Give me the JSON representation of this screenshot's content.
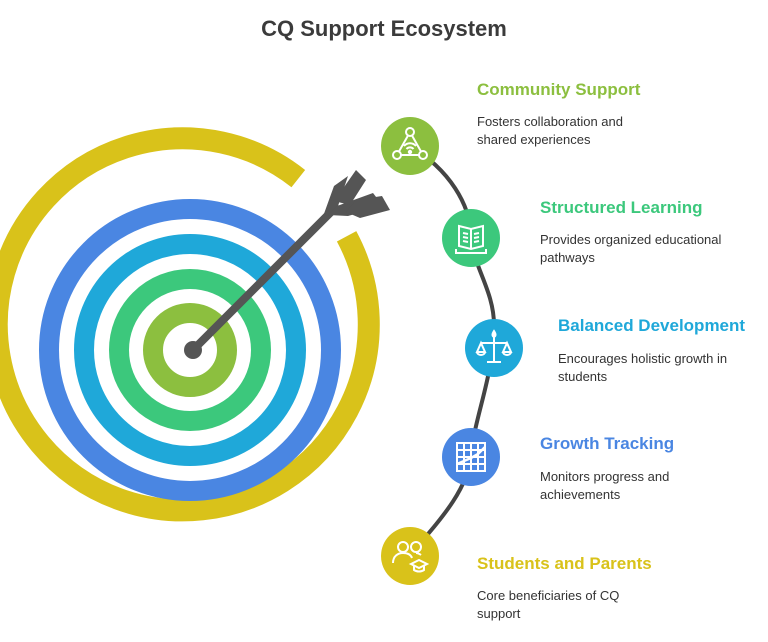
{
  "title": "CQ Support Ecosystem",
  "items": [
    {
      "title": "Community Support",
      "description": "Fosters collaboration and shared experiences",
      "icon": "community-network-icon",
      "color": "#8cbf3f"
    },
    {
      "title": "Structured Learning",
      "description": "Provides organized educational pathways",
      "icon": "open-book-icon",
      "color": "#3cc87c"
    },
    {
      "title": "Balanced Development",
      "description": "Encourages holistic growth in students",
      "icon": "balance-scale-icon",
      "color": "#1fa8d9"
    },
    {
      "title": "Growth Tracking",
      "description": "Monitors progress and achievements",
      "icon": "growth-chart-icon",
      "color": "#4a86e2"
    },
    {
      "title": "Students and Parents",
      "description": "Core beneficiaries of CQ support",
      "icon": "students-parents-icon",
      "color": "#d9c21a"
    }
  ],
  "colors": {
    "ring_outer": "#d9c21a",
    "ring_blue": "#4a86e2",
    "ring_cyan": "#1fa8d9",
    "ring_green": "#3cc87c",
    "ring_lime": "#8cbf3f",
    "arrow": "#555555",
    "connector": "#444444"
  }
}
